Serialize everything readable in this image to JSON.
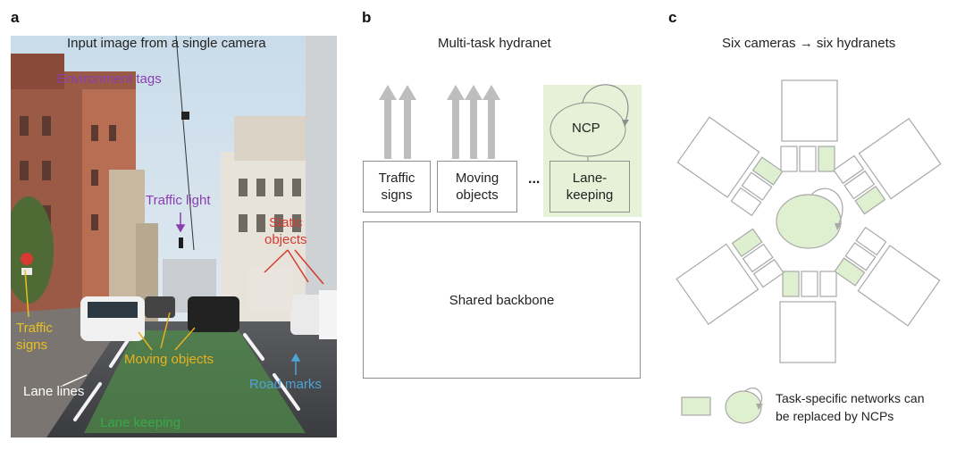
{
  "panel_a": {
    "letter": "a",
    "title": "Input image from a single camera",
    "labels": {
      "environment_tags": "Environment tags",
      "traffic_light": "Traffic light",
      "static_objects": "Static\nobjects",
      "traffic_signs": "Traffic\nsigns",
      "moving_objects": "Moving objects",
      "lane_lines": "Lane lines",
      "road_marks": "Road marks",
      "lane_keeping": "Lane keeping"
    },
    "colors": {
      "environment_tags": "#8a3fb0",
      "traffic_light": "#8a3fb0",
      "static_objects": "#d63a2f",
      "traffic_signs": "#e8c020",
      "moving_objects": "#e8b020",
      "lane_lines": "#ffffff",
      "road_marks": "#4fa3d6",
      "lane_keeping": "#3aa84a"
    }
  },
  "panel_b": {
    "letter": "b",
    "title": "Multi-task hydranet",
    "heads": [
      "Traffic\nsigns",
      "Moving\nobjects",
      "Lane-\nkeeping"
    ],
    "ellipsis": "...",
    "ncp_label": "NCP",
    "backbone_label": "Shared backbone",
    "green_fill": "#e6f2d8"
  },
  "panel_c": {
    "letter": "c",
    "title": "Six cameras → six hydranets",
    "legend_text": "Task-specific networks can\nbe replaced by NCPs",
    "green_fill": "#dff0d0"
  }
}
